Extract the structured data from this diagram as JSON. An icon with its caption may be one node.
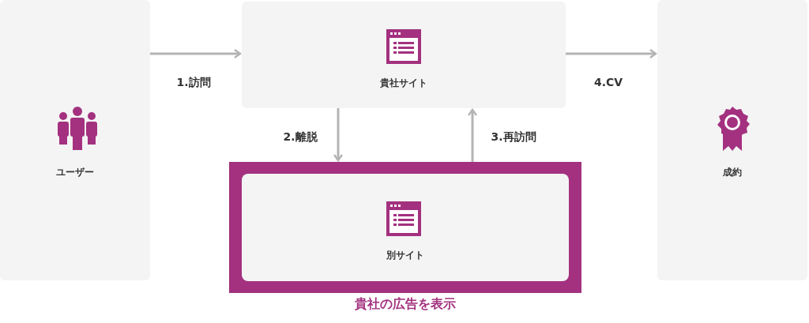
{
  "diagram": {
    "nodes": [
      {
        "text": [
          "ユーザー"
        ]
      },
      {
        "text": [
          "貴社サイト"
        ]
      },
      {
        "text": [
          "貴社の広告を表示"
        ]
      },
      {
        "text": [
          "別サイト"
        ],
        "in": 2
      },
      {
        "text": [
          "成約"
        ]
      }
    ],
    "edges": [
      {
        "from": 0,
        "to": 1,
        "arrow": "to",
        "label": "1.訪問"
      },
      {
        "from": 1,
        "to": 2,
        "arrow": "to",
        "label": "2.離脱"
      },
      {
        "from": 2,
        "to": 1,
        "arrow": "to",
        "label": "3.再訪問"
      },
      {
        "from": 1,
        "to": 4,
        "arrow": "to",
        "label": "4.CV"
      }
    ]
  }
}
